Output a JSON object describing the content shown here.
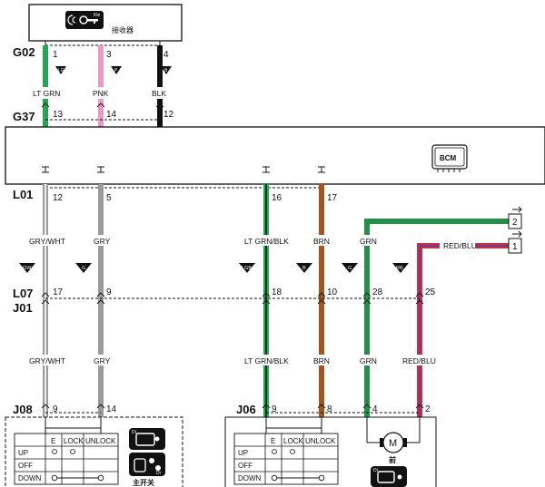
{
  "receiver": {
    "label": "接收器"
  },
  "bcm": {
    "label": "BCM"
  },
  "connectors": {
    "g02": "G02",
    "g37": "G37",
    "l01": "L01",
    "l07": "L07",
    "j01": "J01",
    "j08": "J08",
    "j06": "J06"
  },
  "pins": {
    "g02": [
      "1",
      "3",
      "4"
    ],
    "g37": [
      "13",
      "14",
      "12"
    ],
    "l01": [
      "12",
      "5",
      "16",
      "17"
    ],
    "l07": [
      "17",
      "9",
      "18",
      "10",
      "28",
      "25"
    ],
    "j08": [
      "9",
      "14"
    ],
    "j06": [
      "9",
      "8",
      "4",
      "2"
    ]
  },
  "wire_labels": {
    "ltgrn": "LT GRN",
    "pnk": "PNK",
    "blk": "BLK",
    "grywht": "GRY/WHT",
    "gry": "GRY",
    "ltgrnblk": "LT GRN/BLK",
    "brn": "BRN",
    "grn": "GRN",
    "redblu": "RED/BLU"
  },
  "markers": {
    "lg": "LG",
    "p": "P",
    "b": "B",
    "gw": "GW",
    "g": "G",
    "lgb": "LGB",
    "br": "B",
    "g2": "G",
    "rb": "RB"
  },
  "off_page": [
    "2",
    "1"
  ],
  "switch_left": {
    "headers": [
      "E",
      "LOCK",
      "UNLOCK"
    ],
    "rows": [
      "UP",
      "OFF",
      "DOWN"
    ],
    "caption": "主开关",
    "badge1": "DL",
    "badge2": "Dr"
  },
  "switch_right": {
    "headers": [
      "E",
      "LOCK",
      "UNLOCK"
    ],
    "rows": [
      "UP",
      "OFF",
      "DOWN"
    ],
    "motor": "M",
    "front": "前",
    "badge": "DL"
  },
  "colors": {
    "ltgrn": "#27a552",
    "pnk": "#e79ac3",
    "blk": "#111111",
    "gry": "#9b9b9b",
    "brn": "#a3561c",
    "grn": "#238f47",
    "red": "#d52a3a",
    "blu": "#3a4fb5"
  }
}
